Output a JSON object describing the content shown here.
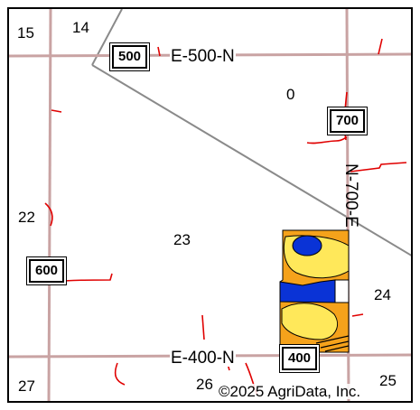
{
  "map": {
    "sections": [
      "15",
      "14",
      "0",
      "22",
      "23",
      "24",
      "27",
      "26",
      "25"
    ],
    "roads": {
      "north": "E-500-N",
      "south": "E-400-N",
      "east": "N-700-E"
    },
    "shields": [
      "500",
      "700",
      "600",
      "400"
    ],
    "copyright": "©2025 AgriData, Inc.",
    "colors": {
      "road": "#c9a3a3",
      "diagonal": "#8a8a8a",
      "streams": "#e00000",
      "soil_orange": "#f5a21b",
      "soil_yellow": "#ffe85a",
      "soil_blue": "#0a33d6"
    }
  }
}
